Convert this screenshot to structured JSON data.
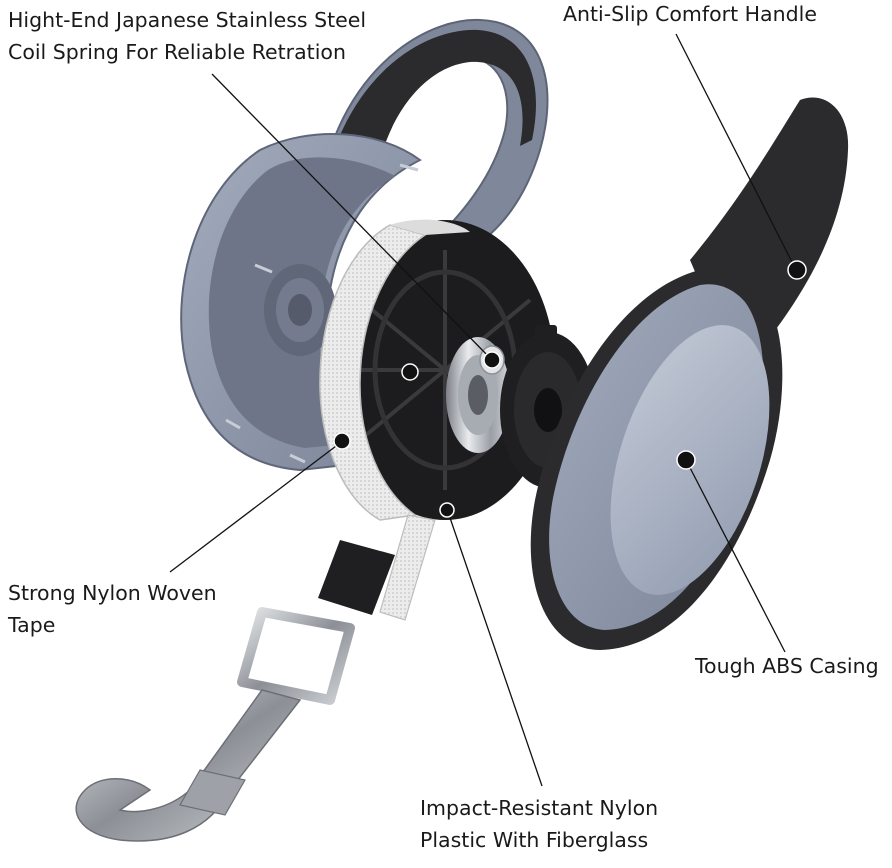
{
  "callouts": {
    "spring": {
      "lines": [
        "Hight-End Japanese Stainless Steel",
        "Coil Spring For Reliable Retration"
      ]
    },
    "handle": {
      "lines": [
        "Anti-Slip Comfort Handle"
      ]
    },
    "tape": {
      "lines": [
        "Strong Nylon Woven",
        "Tape"
      ]
    },
    "casing": {
      "lines": [
        "Tough ABS Casing"
      ]
    },
    "plastic": {
      "lines": [
        "Impact-Resistant Nylon",
        "Plastic With Fiberglass"
      ]
    }
  },
  "colors": {
    "casing_blue": "#8e98ab",
    "casing_blue_light": "#aab3c4",
    "casing_inner": "#6d7488",
    "handle_black": "#2b2b2d",
    "reel_black": "#1c1c1e",
    "tape_white": "#e9e9e9",
    "spring_steel": "#c9ccd1",
    "leader_line": "#111111"
  }
}
